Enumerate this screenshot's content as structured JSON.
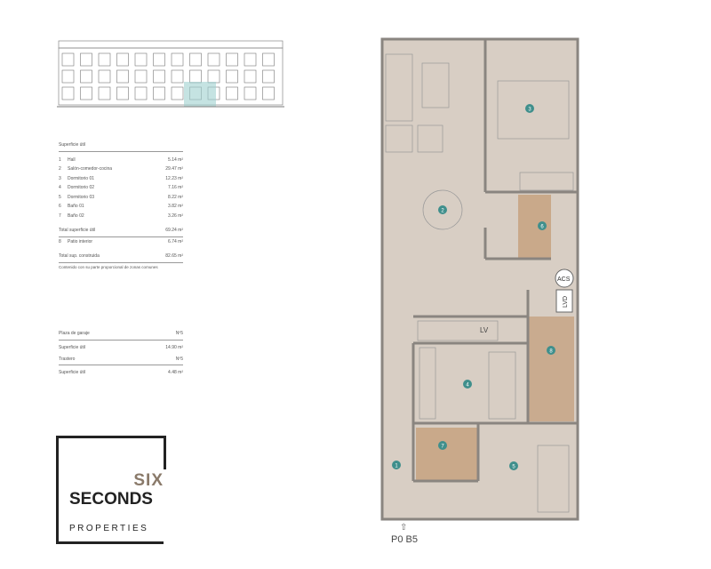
{
  "surface": {
    "title": "Superficie útil",
    "rooms": [
      {
        "n": "1",
        "name": "Hall",
        "area": "5.14 m²"
      },
      {
        "n": "2",
        "name": "Salón-comedor-cocina",
        "area": "29.47 m²"
      },
      {
        "n": "3",
        "name": "Dormitorio 01",
        "area": "12.23 m²"
      },
      {
        "n": "4",
        "name": "Dormitorio 02",
        "area": "7.16 m²"
      },
      {
        "n": "5",
        "name": "Dormitorio 03",
        "area": "8.22 m²"
      },
      {
        "n": "6",
        "name": "Baño 01",
        "area": "3.82 m²"
      },
      {
        "n": "7",
        "name": "Baño 02",
        "area": "3.26 m²"
      }
    ],
    "total_label": "Total superficie útil",
    "total": "69.24 m²",
    "patio": {
      "n": "8",
      "name": "Patio interior",
      "area": "6.74 m²"
    },
    "built_label": "Total sup. construida",
    "built": "82.65 m²",
    "note": "Contenido con su parte proporcional de zonas comunes"
  },
  "garage": {
    "label": "Plaza de garaje",
    "value": "Nº5",
    "area_label": "Superficie útil",
    "area": "14.90 m²"
  },
  "storage": {
    "label": "Trastero",
    "value": "Nº5",
    "area_label": "Superficie útil",
    "area": "4.48 m²"
  },
  "plan": {
    "labels": {
      "acs": "ACS",
      "lvd": "LVD",
      "lv": "LV"
    },
    "unit": "P0 B5",
    "rooms": [
      "1",
      "2",
      "3",
      "4",
      "5",
      "6",
      "7",
      "8"
    ],
    "colors": {
      "floor": "#d8cec4",
      "bath": "#c9a98a",
      "walls": "#8a8580",
      "marker": "#3f8f8c"
    }
  },
  "logo": {
    "line1": "SIX",
    "line2": "SECONDS",
    "line3": "PROPERTIES"
  }
}
